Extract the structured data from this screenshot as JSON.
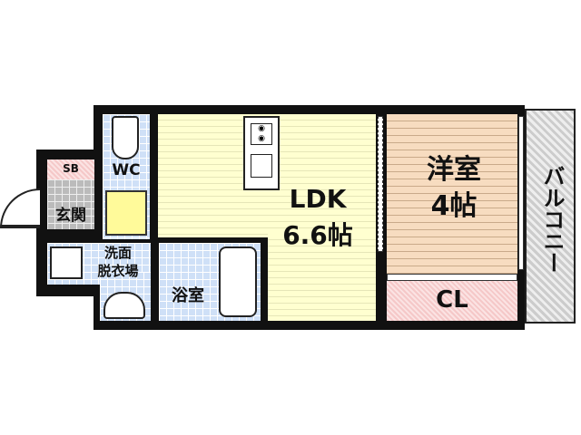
{
  "rooms": {
    "ldk": {
      "label": "LDK",
      "size": "6.6帖"
    },
    "western": {
      "label": "洋室",
      "size": "4帖"
    },
    "closet": "CL",
    "balcony": "バルコニー",
    "wc": "WC",
    "storage": "SB",
    "entrance": "玄関",
    "washroom_line1": "洗面",
    "washroom_line2": "脱衣場",
    "bath": "浴室"
  },
  "colors": {
    "ldk": "#ffffd0",
    "western": "#f7dcc0",
    "wet": "#cfe0f7",
    "storage": "#f5c8c8",
    "balcony": "#cccccc",
    "wall": "#111111"
  }
}
